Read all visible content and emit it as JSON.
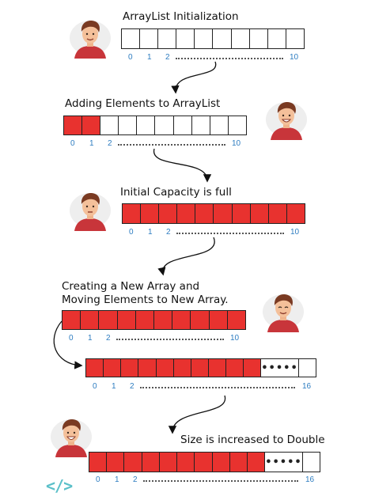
{
  "steps": {
    "s1": {
      "title": "ArrayList Initialization",
      "idx0": "0",
      "idx1": "1",
      "idx2": "2",
      "idx_end": "10"
    },
    "s2": {
      "title": "Adding Elements to ArrayList",
      "idx0": "0",
      "idx1": "1",
      "idx2": "2",
      "idx_end": "10"
    },
    "s3": {
      "title": "Initial Capacity is full",
      "idx0": "0",
      "idx1": "1",
      "idx2": "2",
      "idx_end": "10"
    },
    "s4": {
      "title_line1": "Creating a New Array and",
      "title_line2": "Moving Elements to New Array.",
      "idx0": "0",
      "idx1": "1",
      "idx2": "2",
      "idx_end": "10"
    },
    "s5": {
      "idx0": "0",
      "idx1": "1",
      "idx2": "2",
      "idx_end": "16",
      "dots": "•••••"
    },
    "s6": {
      "title": "Size is increased to Double",
      "idx0": "0",
      "idx1": "1",
      "idx2": "2",
      "idx_end": "16",
      "dots": "•••••"
    }
  },
  "colors": {
    "filled": "#e8322f",
    "index": "#2e7dc1",
    "logo": "#5bc0c9"
  },
  "logo": "</>"
}
